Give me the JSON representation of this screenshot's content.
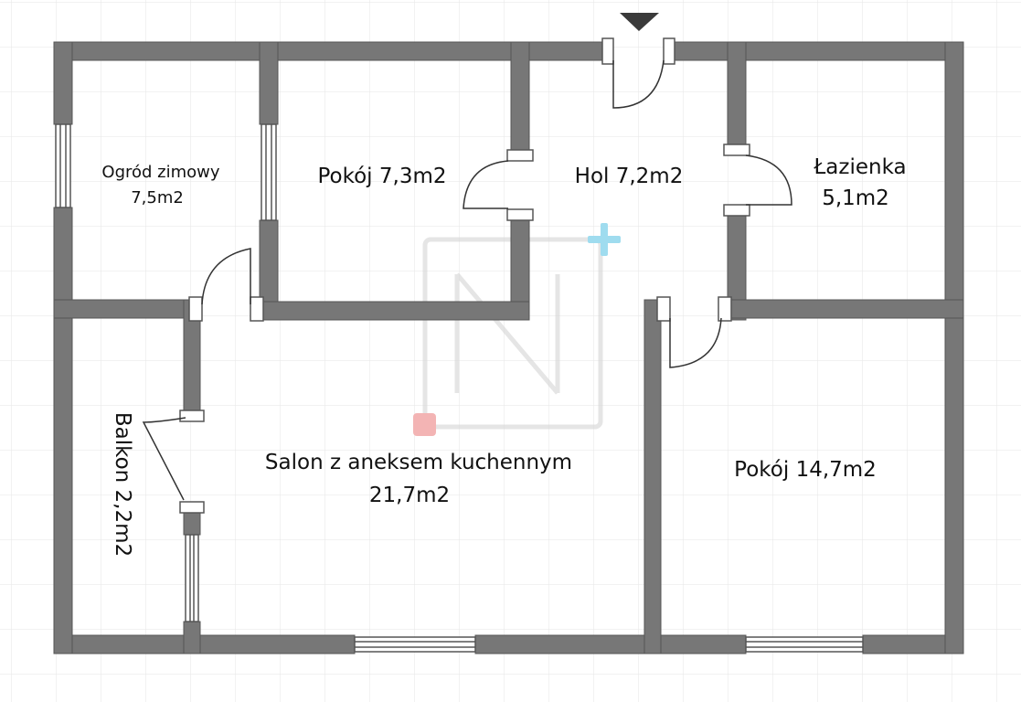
{
  "plan": {
    "rooms": [
      {
        "id": "ogrod",
        "lines": [
          "Ogród zimowy",
          "7,5m2"
        ]
      },
      {
        "id": "pokoj-small",
        "lines": [
          "Pokój 7,3m2"
        ]
      },
      {
        "id": "hol",
        "lines": [
          "Hol 7,2m2"
        ]
      },
      {
        "id": "lazienka",
        "lines": [
          "Łazienka",
          "5,1m2"
        ]
      },
      {
        "id": "balkon",
        "lines": [
          "Balkon 2,2m2"
        ]
      },
      {
        "id": "salon",
        "lines": [
          "Salon z aneksem kuchennym",
          "21,7m2"
        ]
      },
      {
        "id": "pokoj-large",
        "lines": [
          "Pokój 14,7m2"
        ]
      }
    ],
    "colors": {
      "wall": "#777777",
      "wall_edge": "#555555",
      "grid": "#e6e6e6",
      "entrance": "#3a3a3a",
      "watermark": "#cfcfcf",
      "plus": "#9fdcef",
      "dot": "#f3b4b4"
    },
    "icons": [
      "entrance-arrow-icon",
      "watermark-logo-icon",
      "plus-icon"
    ]
  }
}
